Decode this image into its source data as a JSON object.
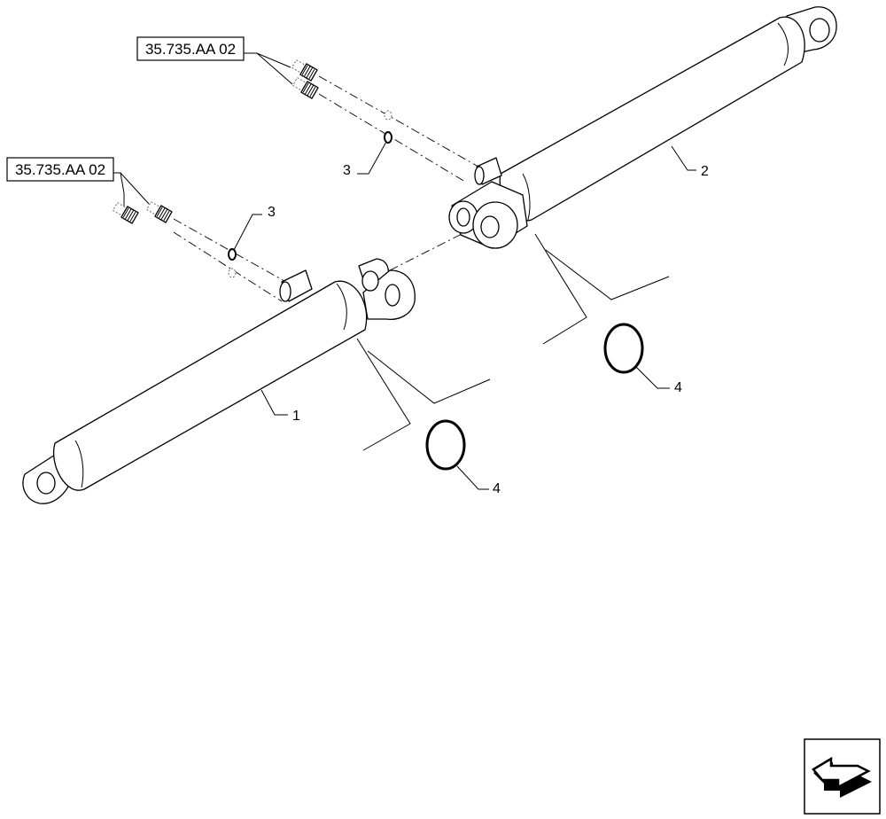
{
  "references": [
    {
      "id": "ref-top",
      "label": "35.735.AA 02"
    },
    {
      "id": "ref-left",
      "label": "35.735.AA 02"
    }
  ],
  "callouts": {
    "cylinder_1": "1",
    "cylinder_2": "2",
    "ring_3_upper": "3",
    "ring_3_lower": "3",
    "oring_4_left": "4",
    "oring_4_right": "4"
  },
  "nav_icon": "next-page-arrow-icon"
}
